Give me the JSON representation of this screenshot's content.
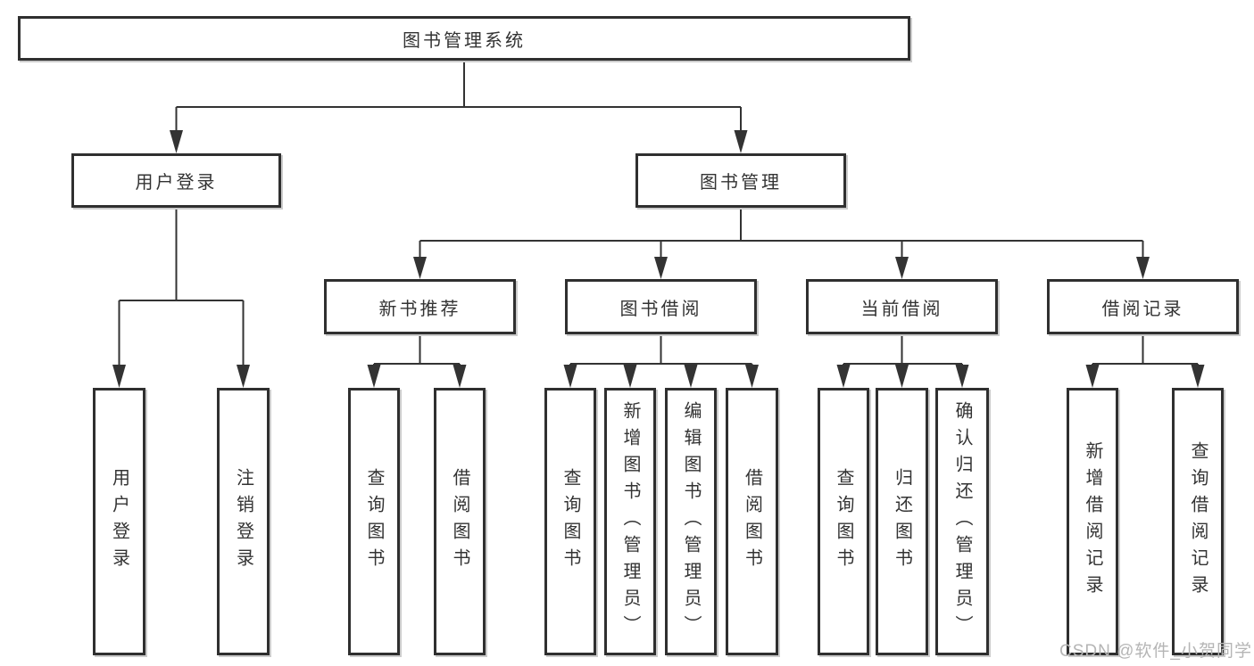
{
  "diagram": {
    "root": {
      "label": "图书管理系统"
    },
    "branches": [
      {
        "label": "用户登录",
        "leaves": [
          "用户登录",
          "注销登录"
        ]
      },
      {
        "label": "图书管理",
        "sections": [
          {
            "label": "新书推荐",
            "leaves": [
              "查询图书",
              "借阅图书"
            ]
          },
          {
            "label": "图书借阅",
            "leaves": [
              "查询图书",
              "新增图书（管理员）",
              "编辑图书（管理员）",
              "借阅图书"
            ]
          },
          {
            "label": "当前借阅",
            "leaves": [
              "查询图书",
              "归还图书",
              "确认归还（管理员）"
            ]
          },
          {
            "label": "借阅记录",
            "leaves": [
              "新增借阅记录",
              "查询借阅记录"
            ]
          }
        ]
      }
    ]
  },
  "watermark": {
    "text": "CSDN @软件_小贺同学"
  },
  "colors": {
    "background": "#ffffff",
    "line": "#333333",
    "box_border": "#2f2f2f",
    "box_fill": "#ffffff",
    "text": "#333333",
    "box_shadow": "#cccccc",
    "watermark": "#b5b5b5"
  }
}
